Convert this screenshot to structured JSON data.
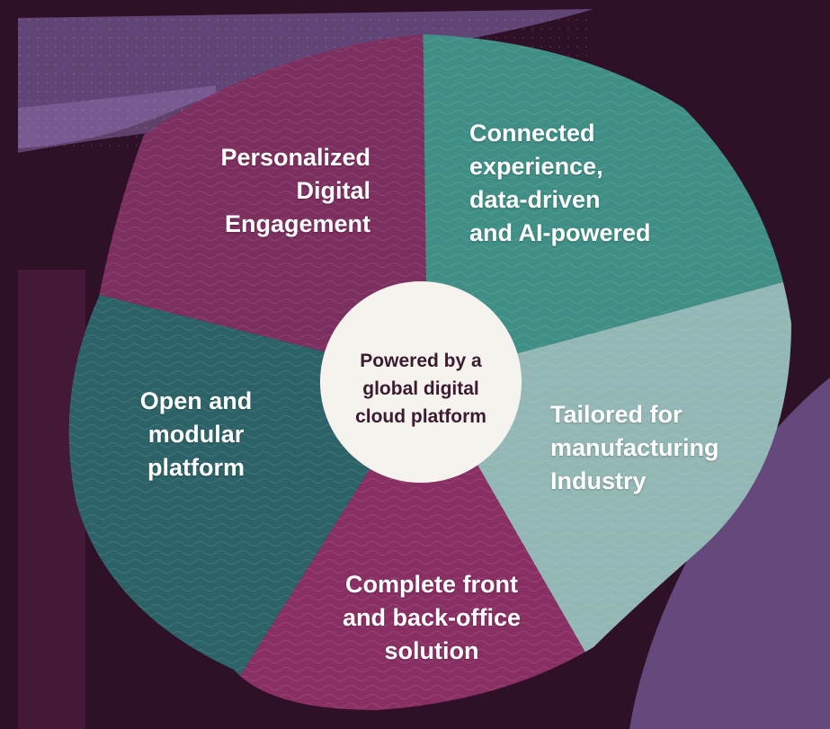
{
  "center": {
    "text": "Powered by a\nglobal digital\ncloud platform"
  },
  "segments": [
    {
      "id": "personalized",
      "label": "Personalized\nDigital\nEngagement"
    },
    {
      "id": "connected",
      "label": "Connected\nexperience,\ndata-driven\nand AI-powered"
    },
    {
      "id": "tailored",
      "label": "Tailored for\nmanufacturing\nIndustry"
    },
    {
      "id": "complete",
      "label": "Complete front\nand back-office\nsolution"
    },
    {
      "id": "open",
      "label": "Open and\nmodular\nplatform"
    }
  ],
  "colors": {
    "background": "#2e1126",
    "plum": "#7d2f5f",
    "teal_green": "#3f8f86",
    "sage": "#93b7b4",
    "magenta": "#8a2f64",
    "deep_teal": "#2c6368",
    "center_disc": "#f6f3ef",
    "lavender": "#6b4f86"
  }
}
